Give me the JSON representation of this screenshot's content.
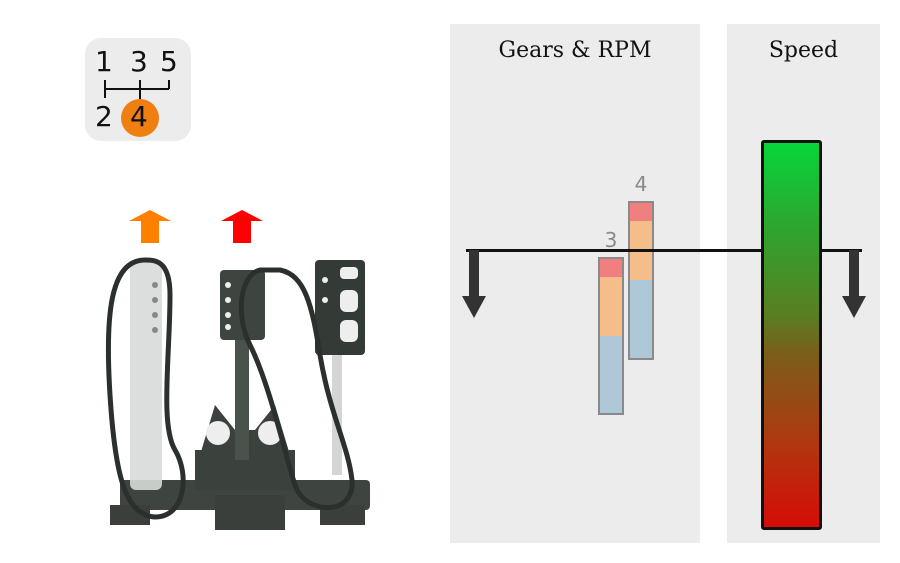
{
  "shifter": {
    "top_row": [
      "1",
      "3",
      "5"
    ],
    "bottom_row": [
      "2",
      "4"
    ],
    "selected_gear": "4",
    "selected_color": "#f07f12"
  },
  "pedals": {
    "arrows": [
      {
        "name": "clutch-arrow",
        "color": "#ff7f00",
        "direction": "up"
      },
      {
        "name": "brake-arrow",
        "color": "#ff0000",
        "direction": "up"
      }
    ],
    "image_label": "pedal-set"
  },
  "gears_panel": {
    "title": "Gears & RPM",
    "gears": [
      {
        "label": "3",
        "segments": {
          "red": "#f08080",
          "orange": "#f5bd8a",
          "blue": "#aec8d8"
        }
      },
      {
        "label": "4",
        "segments": {
          "red": "#f08080",
          "orange": "#f5bd8a",
          "blue": "#aec8d8"
        }
      }
    ]
  },
  "speed_panel": {
    "title": "Speed",
    "gradient_top": "#06d63a",
    "gradient_bottom": "#d50c06"
  },
  "indicators": {
    "left_arrow": "down",
    "right_arrow": "down"
  }
}
